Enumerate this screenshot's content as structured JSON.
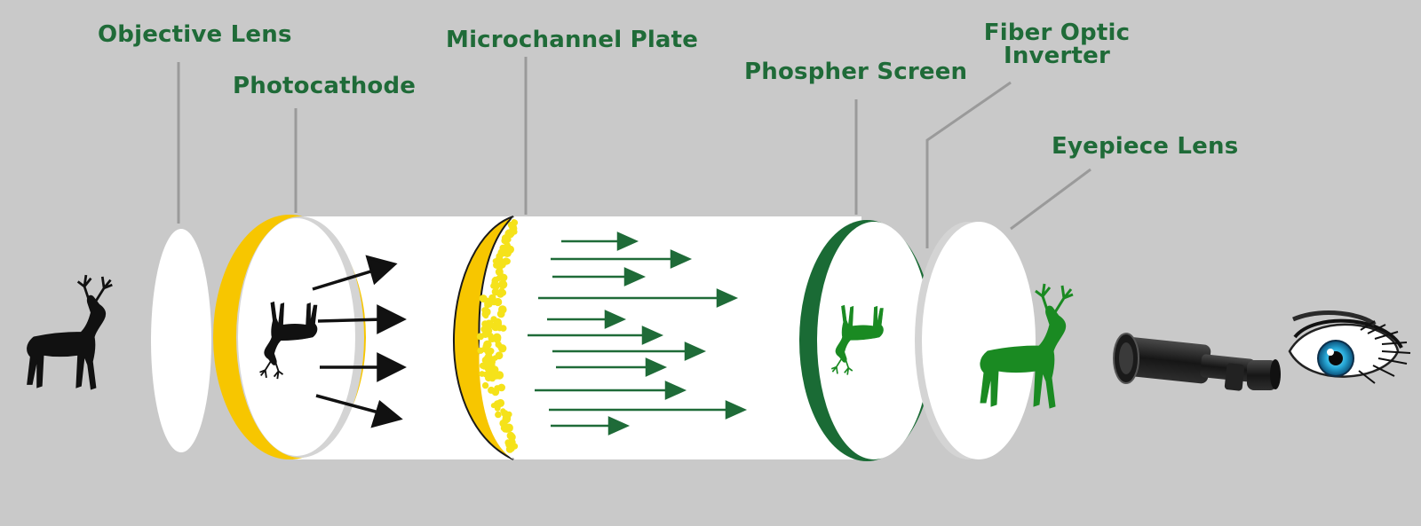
{
  "labels": {
    "objective_lens": "Objective Lens",
    "photocathode": "Photocathode",
    "microchannel_plate": "Microchannel Plate",
    "phospher_screen": "Phospher Screen",
    "fiber_optic_inverter_line1": "Fiber Optic",
    "fiber_optic_inverter_line2": "Inverter",
    "eyepiece_lens": "Eyepiece Lens"
  },
  "colors": {
    "background": "#c9c9c9",
    "label_green": "#1f6b38",
    "leader_gray": "#9a9a9a",
    "photocathode_yellow": "#f7c600",
    "mcp_dots": "#f5e21a",
    "electron_arrow_green": "#1f6b38",
    "phosphor_green": "#1a6b35",
    "output_deer_green": "#1a8a22"
  },
  "icons": [
    "deer-silhouette-icon",
    "inverted-deer-icon",
    "inverted-green-deer-icon",
    "green-deer-icon",
    "night-vision-scope-icon",
    "eye-icon"
  ]
}
